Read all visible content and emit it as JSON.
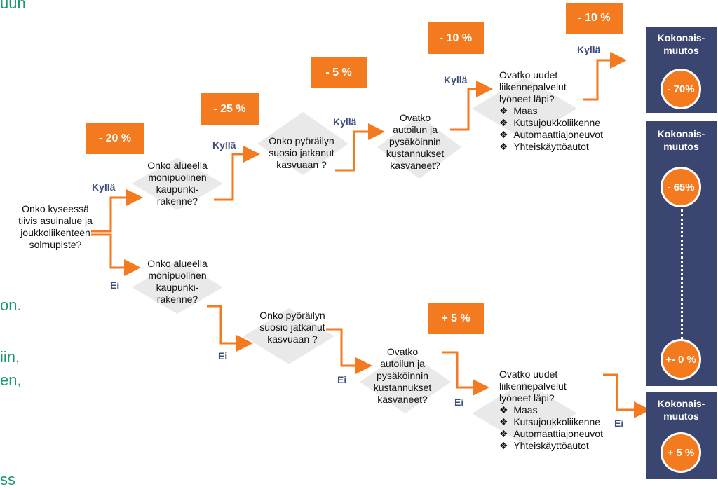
{
  "background_fragments": [
    "uun",
    "on.",
    "iin,",
    "en,",
    "ss"
  ],
  "colors": {
    "orange": "#f47a1f",
    "navy": "#3a4670",
    "label_blue": "#3d4e7c",
    "green_text": "#1a9a6a"
  },
  "labels": {
    "yes": "Kyllä",
    "no": "Ei"
  },
  "start_question": [
    "Onko kyseessä",
    "tiivis asuinalue ja",
    "joukkoliikenteen",
    "solmupiste?"
  ],
  "q_mixed": [
    "Onko alueella",
    "monipuolinen",
    "kaupunki-",
    "rakenne?"
  ],
  "q_cycling": [
    "Onko pyöräilyn",
    "suosio jatkanut",
    "kasvuaan ?"
  ],
  "q_costs": [
    "Ovatko",
    "autoilun ja",
    "pysäköinnin",
    "kustannukset",
    "kasvaneet?"
  ],
  "q_services": [
    "Ovatko uudet",
    "liikennepalvelut",
    "lyöneet läpi?"
  ],
  "services": [
    "Maas",
    "Kutsujoukkoliikenne",
    "Automaattiajoneuvot",
    "Yhteiskäyttöautot"
  ],
  "bullet_symbol": "❖",
  "badges": [
    "- 20 %",
    "- 25 %",
    "- 5 %",
    "- 10 %",
    "- 10 %",
    "+ 5 %"
  ],
  "panel_title": [
    "Kokonais-",
    "muutos"
  ],
  "totals": {
    "top": "- 70%",
    "mid_high": "- 65%",
    "mid_low": "+- 0 %",
    "bottom": "+ 5 %"
  }
}
